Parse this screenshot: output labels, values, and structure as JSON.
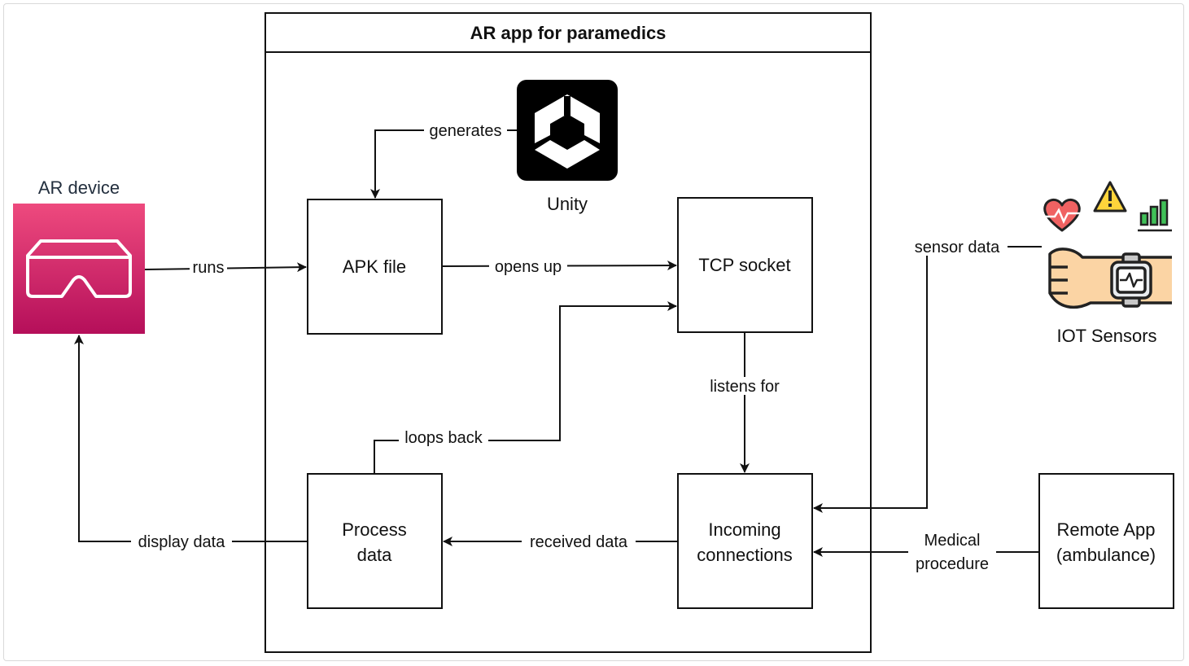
{
  "container": {
    "title": "AR app for paramedics"
  },
  "nodes": {
    "ar_device": {
      "label": "AR device",
      "color": "#d6336c"
    },
    "unity": {
      "label": "Unity"
    },
    "apk_file": {
      "label": "APK file"
    },
    "tcp_socket": {
      "label": "TCP socket"
    },
    "process_data": {
      "line1": "Process",
      "line2": "data"
    },
    "incoming_connections": {
      "line1": "Incoming",
      "line2": "connections"
    },
    "remote_app": {
      "line1": "Remote App",
      "line2": "(ambulance)"
    },
    "iot_sensors": {
      "label": "IOT Sensors"
    }
  },
  "edges": {
    "runs": "runs",
    "generates": "generates",
    "opens_up": "opens up",
    "listens_for": "listens for",
    "loops_back": "loops back",
    "received_data": "received data",
    "display_data": "display data",
    "sensor_data": "sensor data",
    "medical_procedure_1": "Medical",
    "medical_procedure_2": "procedure"
  },
  "icons": {
    "ar_device": "vr-headset-icon",
    "unity": "unity-logo-icon",
    "sensors": [
      "heart-rate-icon",
      "warning-icon",
      "bar-chart-icon",
      "smartwatch-wrist-icon"
    ]
  }
}
